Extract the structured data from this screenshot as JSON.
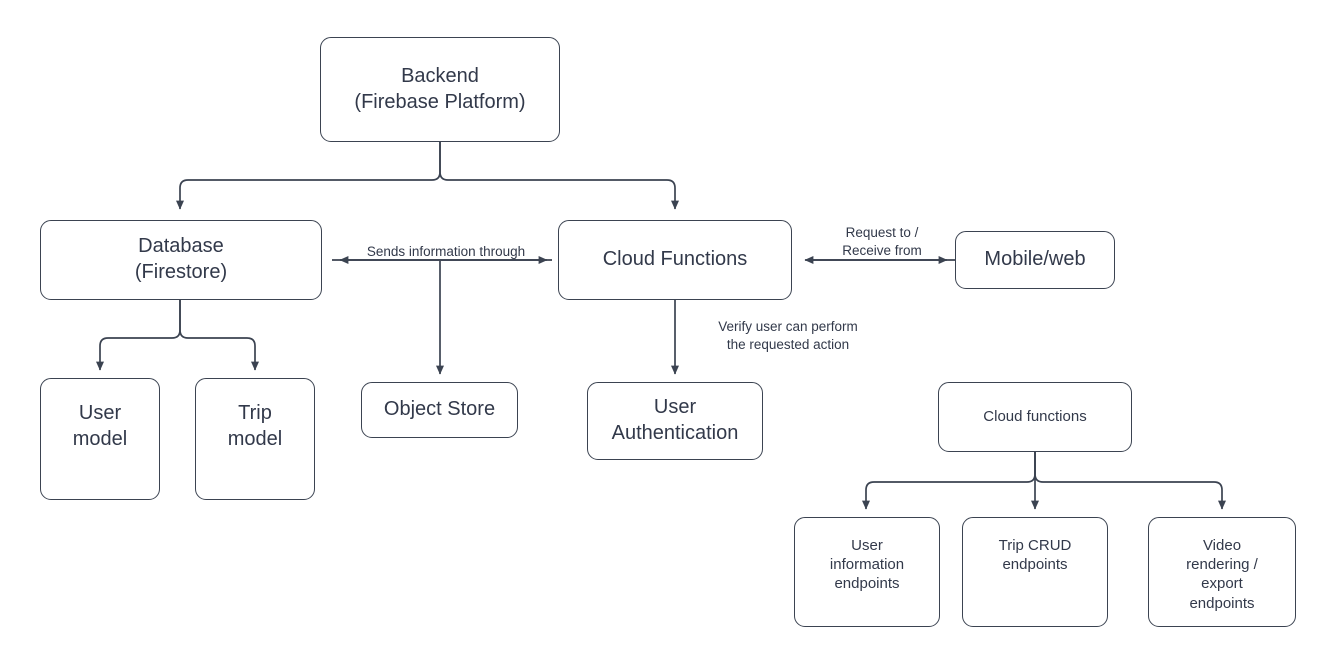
{
  "diagram": {
    "title": "Backend (Firebase Platform) architecture flowchart",
    "background_color": "#ffffff",
    "stroke_color": "#3b4351",
    "text_color": "#32394a",
    "nodes": [
      {
        "id": "backend",
        "label": "Backend\n(Firebase Platform)"
      },
      {
        "id": "database",
        "label": "Database\n(Firestore)"
      },
      {
        "id": "cloud_functions",
        "label": "Cloud Functions"
      },
      {
        "id": "mobile_web",
        "label": "Mobile/web"
      },
      {
        "id": "user_model",
        "label": "User\nmodel"
      },
      {
        "id": "trip_model",
        "label": "Trip\nmodel"
      },
      {
        "id": "object_store",
        "label": "Object Store"
      },
      {
        "id": "user_authentication",
        "label": "User\nAuthentication"
      },
      {
        "id": "cloud_functions_2",
        "label": "Cloud functions"
      },
      {
        "id": "user_info_endpoints",
        "label": "User\ninformation\nendpoints"
      },
      {
        "id": "trip_crud_endpoints",
        "label": "Trip CRUD\nendpoints"
      },
      {
        "id": "video_endpoints",
        "label": "Video\nrendering /\nexport\nendpoints"
      }
    ],
    "edge_labels": [
      {
        "id": "sends_information",
        "label": "Sends information through"
      },
      {
        "id": "request_receive",
        "label": "Request to /\nReceive from"
      },
      {
        "id": "verify_user",
        "label": "Verify user can perform\nthe requested action"
      }
    ]
  }
}
